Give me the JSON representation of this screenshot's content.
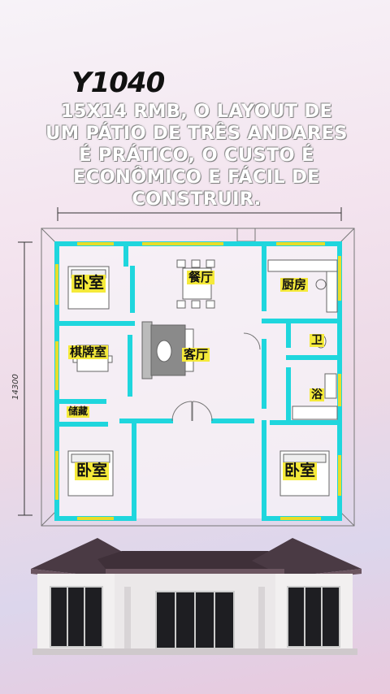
{
  "plan": {
    "code": "Y1040",
    "headline": "15X14 RMB, O LAYOUT DE UM PÁTIO DE TRÊS ANDARES É PRÁTICO, O CUSTO É ECONÔMICO E FÁCIL DE CONSTRUIR.",
    "dimension_label": "14300",
    "rooms": {
      "bedroom_top_left": "卧室",
      "dining": "餐厅",
      "kitchen": "厨房",
      "mahjong": "棋牌室",
      "living": "客厅",
      "wc": "卫",
      "bath": "浴",
      "storage": "储藏",
      "bedroom_bottom_left": "卧室",
      "bedroom_bottom_right": "卧室"
    },
    "colors": {
      "wall": "#1fd6dd",
      "label_bg": "#f5ea3a",
      "roof": "#4a3a44"
    }
  }
}
